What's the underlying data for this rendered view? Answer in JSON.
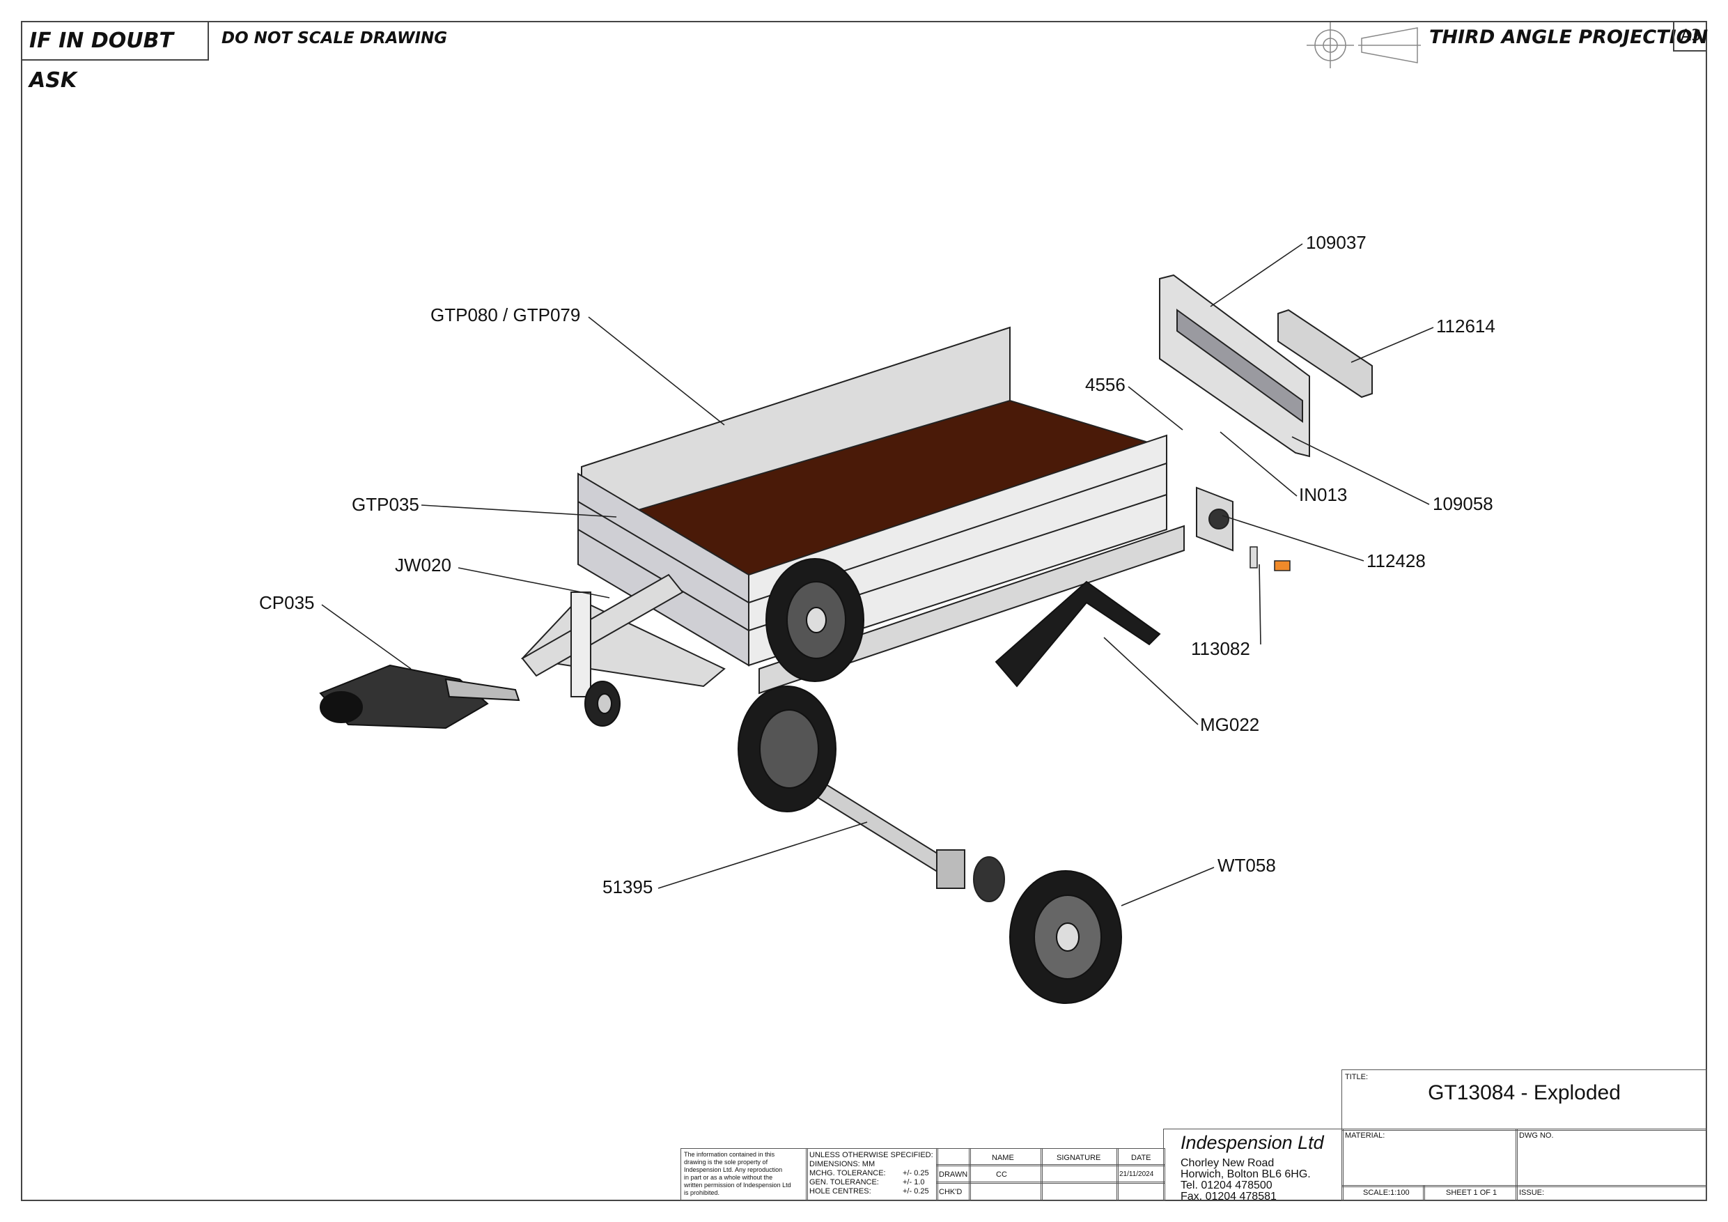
{
  "header": {
    "if_in_doubt": "IF IN DOUBT ASK",
    "do_not_scale": "DO NOT SCALE DRAWING",
    "projection": "THIRD ANGLE PROJECTION",
    "sheet_size": "A3"
  },
  "callouts": {
    "c109037": "109037",
    "c112614": "112614",
    "cGTP080": "GTP080 / GTP079",
    "c4556": "4556",
    "cIN013": "IN013",
    "c109058": "109058",
    "cGTP035": "GTP035",
    "c112428": "112428",
    "cJW020": "JW020",
    "cCP035": "CP035",
    "c113082": "113082",
    "cMG022": "MG022",
    "c51395": "51395",
    "cWT058": "WT058"
  },
  "title_block": {
    "title_label": "TITLE:",
    "title": "GT13084 - Exploded",
    "material_label": "MATERIAL:",
    "dwg_no_label": "DWG NO.",
    "scale": "SCALE:1:100",
    "sheet": "SHEET 1 OF 1",
    "issue_label": "ISSUE:",
    "company": "Indespension Ltd",
    "address1": "Chorley New Road",
    "address2": "Horwich, Bolton BL6 6HG.",
    "tel": "Tel. 01204 478500",
    "fax": "Fax. 01204 478581",
    "notice_l1": "The information contained in this",
    "notice_l2": "drawing is the sole property of",
    "notice_l3": "Indespension Ltd. Any reproduction",
    "notice_l4": "in part or as a whole without the",
    "notice_l5": "written permission of Indespension Ltd",
    "notice_l6": "is prohibited.",
    "unless": "UNLESS OTHERWISE SPECIFIED:",
    "dimensions": "DIMENSIONS:  MM",
    "mchg": "MCHG. TOLERANCE:",
    "mchg_val": "+/- 0.25",
    "gen": "GEN. TOLERANCE:",
    "gen_val": "+/- 1.0",
    "hole": "HOLE CENTRES:",
    "hole_val": "+/- 0.25",
    "col_name": "NAME",
    "col_signature": "SIGNATURE",
    "col_date": "DATE",
    "drawn_label": "DRAWN",
    "drawn_name": "CC",
    "drawn_date": "21/11/2024",
    "chkd_label": "CHK'D"
  },
  "colors": {
    "deck": "#4a1a08",
    "line": "#111111",
    "frame": "#444444"
  }
}
